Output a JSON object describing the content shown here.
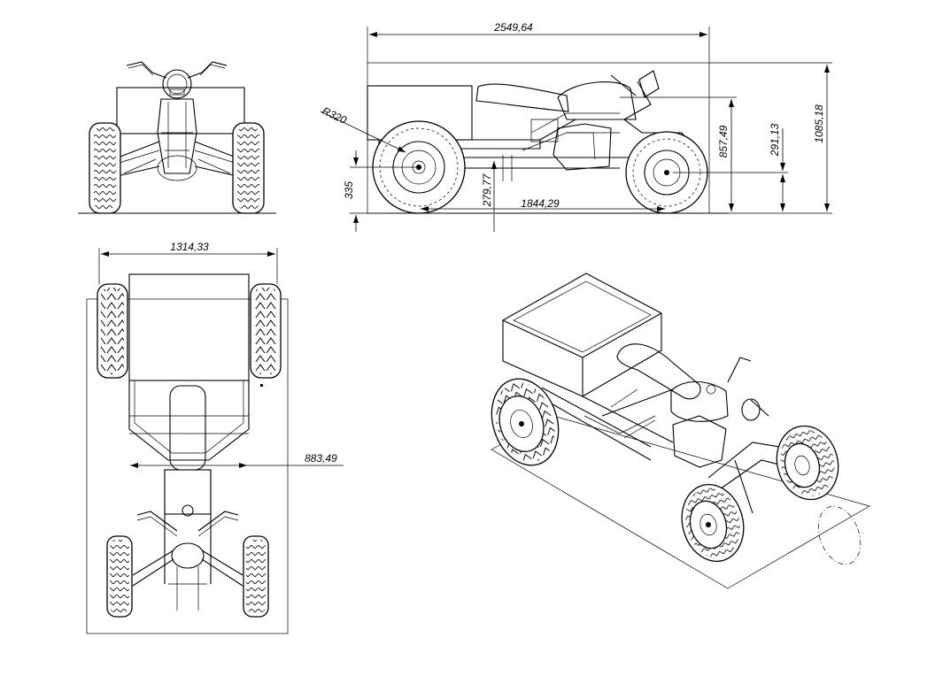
{
  "dimensions": {
    "overall_length": "2549,64",
    "wheel_radius": "R320",
    "axle_height": "335",
    "frame_clearance": "279,77",
    "wheelbase": "1844,29",
    "seat_height": "857,49",
    "bed_height": "291,13",
    "overall_height": "1085,18",
    "overall_width": "1314,33",
    "bed_width": "883,49"
  }
}
